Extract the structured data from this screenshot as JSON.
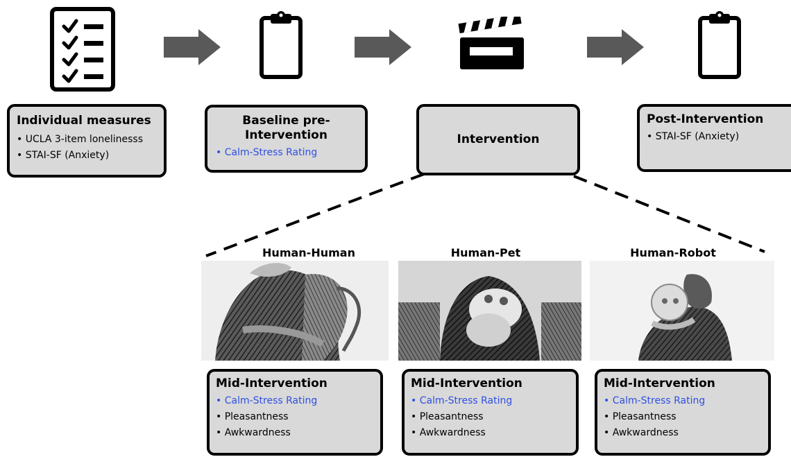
{
  "colors": {
    "box_fill": "#d9d9d9",
    "box_border": "#000000",
    "arrow": "#595959",
    "highlight_text": "#2f4fe0"
  },
  "top_icons": [
    "checklist-icon",
    "clipboard-icon",
    "clapperboard-icon",
    "clipboard-icon"
  ],
  "stages": {
    "individual": {
      "title": "Individual measures",
      "items": [
        "UCLA 3-item lonelinesss",
        "STAI-SF (Anxiety)"
      ]
    },
    "baseline": {
      "title_line1": "Baseline pre-",
      "title_line2": "Intervention",
      "items": [
        "Calm-Stress Rating"
      ]
    },
    "intervention": {
      "title": "Intervention"
    },
    "post": {
      "title": "Post-Intervention",
      "items": [
        "STAI-SF (Anxiety)"
      ]
    }
  },
  "conditions": [
    {
      "label": "Human-Human",
      "image": "human-human-hug-sketch",
      "mid_title": "Mid-Intervention",
      "items": [
        "Calm-Stress Rating",
        "Pleasantness",
        "Awkwardness"
      ]
    },
    {
      "label": "Human-Pet",
      "image": "human-pet-cat-sketch",
      "mid_title": "Mid-Intervention",
      "items": [
        "Calm-Stress Rating",
        "Pleasantness",
        "Awkwardness"
      ]
    },
    {
      "label": "Human-Robot",
      "image": "human-robot-sketch",
      "mid_title": "Mid-Intervention",
      "items": [
        "Calm-Stress Rating",
        "Pleasantness",
        "Awkwardness"
      ]
    }
  ]
}
